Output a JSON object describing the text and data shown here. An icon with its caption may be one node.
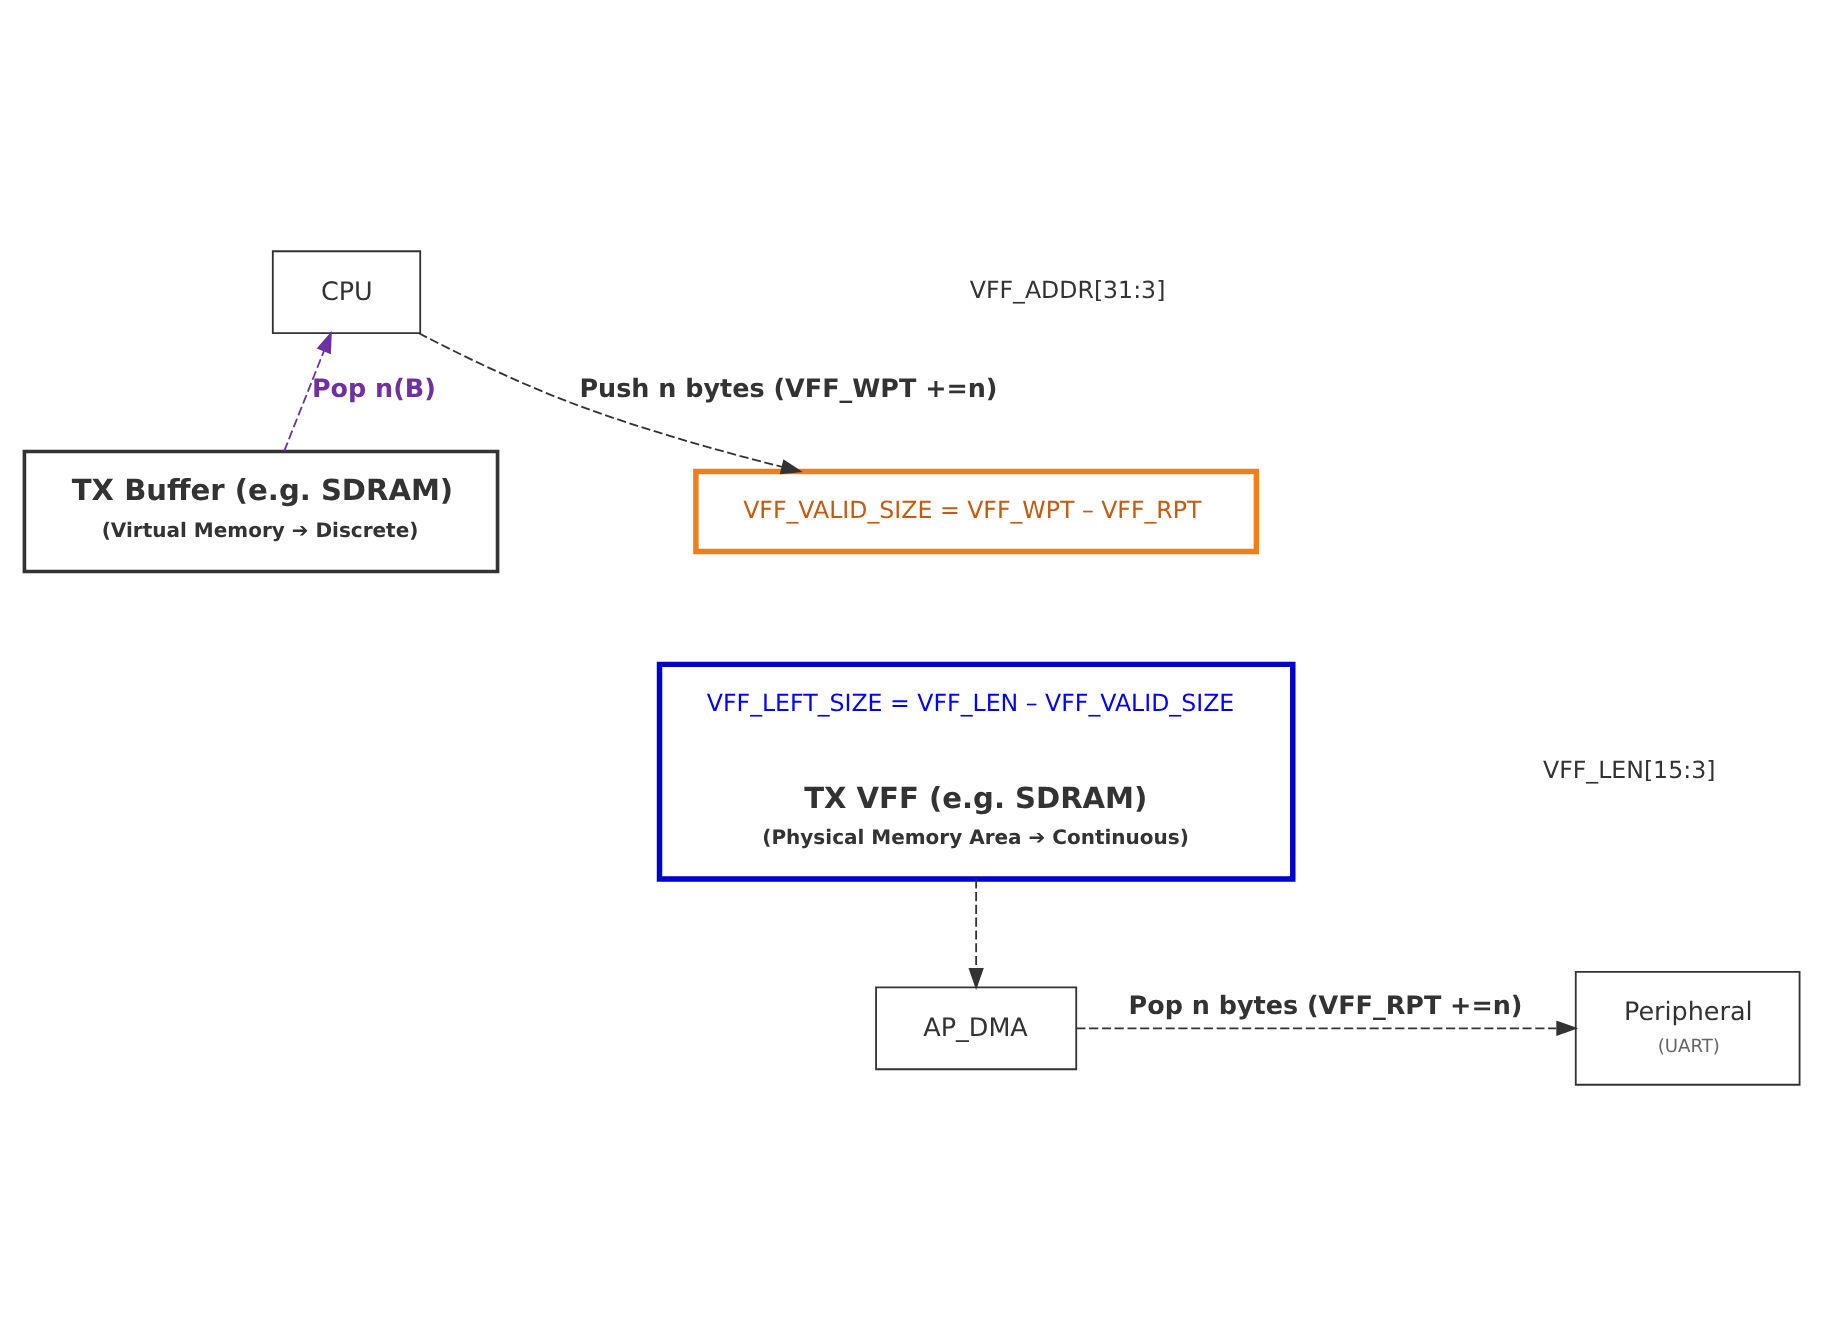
{
  "diagram": {
    "nodes": [
      {
        "text": [
          "CPU"
        ]
      },
      {
        "text": [
          "TX Buffer (e.g. SDRAM)",
          "(Virtual Memory ➔ Discrete)"
        ]
      },
      {
        "text": [
          "VFF_VALID_SIZE = VFF_WPT – VFF_RPT"
        ]
      },
      {
        "text": [
          "VFF_LEFT_SIZE = VFF_LEN – VFF_VALID_SIZE",
          "TX VFF (e.g. SDRAM)",
          "(Physical Memory Area ➔ Continuous)"
        ]
      },
      {
        "text": [
          "AP_DMA"
        ]
      },
      {
        "text": [
          "Peripheral",
          "(UART)"
        ]
      }
    ],
    "edges": [
      {
        "from": 0,
        "to": 2,
        "arrow": "to",
        "style": "dashed",
        "label": "Push n bytes (VFF_WPT +=n)"
      },
      {
        "from": 1,
        "to": 0,
        "arrow": "to",
        "style": "dashed",
        "color": "#7030a0",
        "label": "Pop n(B)"
      },
      {
        "from": 3,
        "to": 4,
        "arrow": "to",
        "style": "dashed"
      },
      {
        "from": 4,
        "to": 5,
        "arrow": "to",
        "style": "dashed",
        "label": "Pop n bytes (VFF_RPT +=n)"
      }
    ],
    "labels": [
      "VFF_ADDR[31:3]",
      "VFF_LEN[15:3]"
    ]
  }
}
